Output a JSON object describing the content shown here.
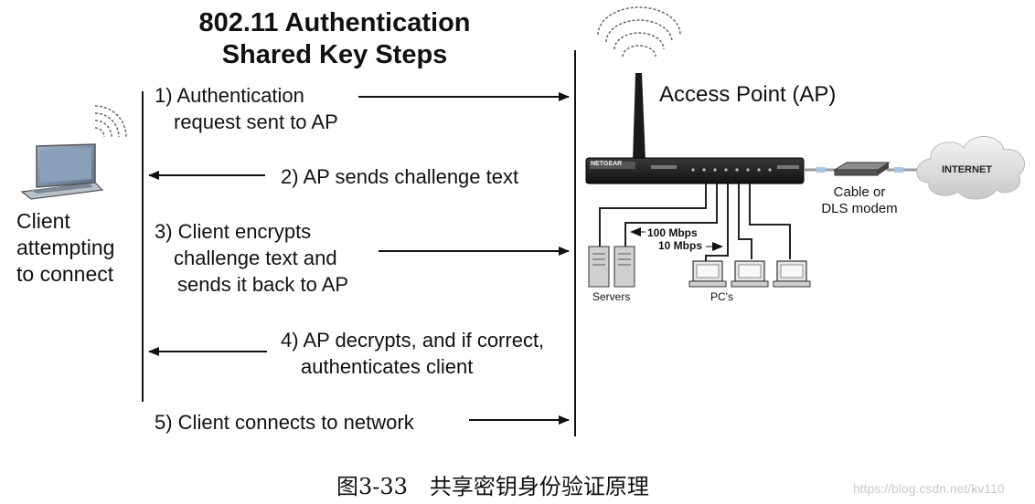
{
  "title": {
    "line1": "802.11 Authentication",
    "line2": "Shared Key Steps"
  },
  "client_label": {
    "line1": "Client",
    "line2": "attempting",
    "line3": "to connect"
  },
  "access_point_label": "Access Point (AP)",
  "steps": [
    {
      "lines": [
        "1) Authentication",
        "request sent to AP"
      ],
      "direction": "to-ap"
    },
    {
      "lines": [
        "2) AP sends challenge text"
      ],
      "direction": "to-client"
    },
    {
      "lines": [
        "3) Client encrypts",
        "challenge text and",
        "sends it back to AP"
      ],
      "direction": "to-ap"
    },
    {
      "lines": [
        "4) AP decrypts, and if correct,",
        "authenticates client"
      ],
      "direction": "to-client"
    },
    {
      "lines": [
        "5) Client connects to network"
      ],
      "direction": "to-ap"
    }
  ],
  "network": {
    "router_brand": "NETGEAR",
    "modem_label": {
      "line1": "Cable or",
      "line2": "DLS modem"
    },
    "internet_label": "INTERNET",
    "speed_100": "100 Mbps",
    "speed_10": "10 Mbps",
    "servers_label": "Servers",
    "pcs_label": "PC's"
  },
  "caption": "图3-33　共享密钥身份验证原理",
  "watermark": "https://blog.csdn.net/kv110"
}
